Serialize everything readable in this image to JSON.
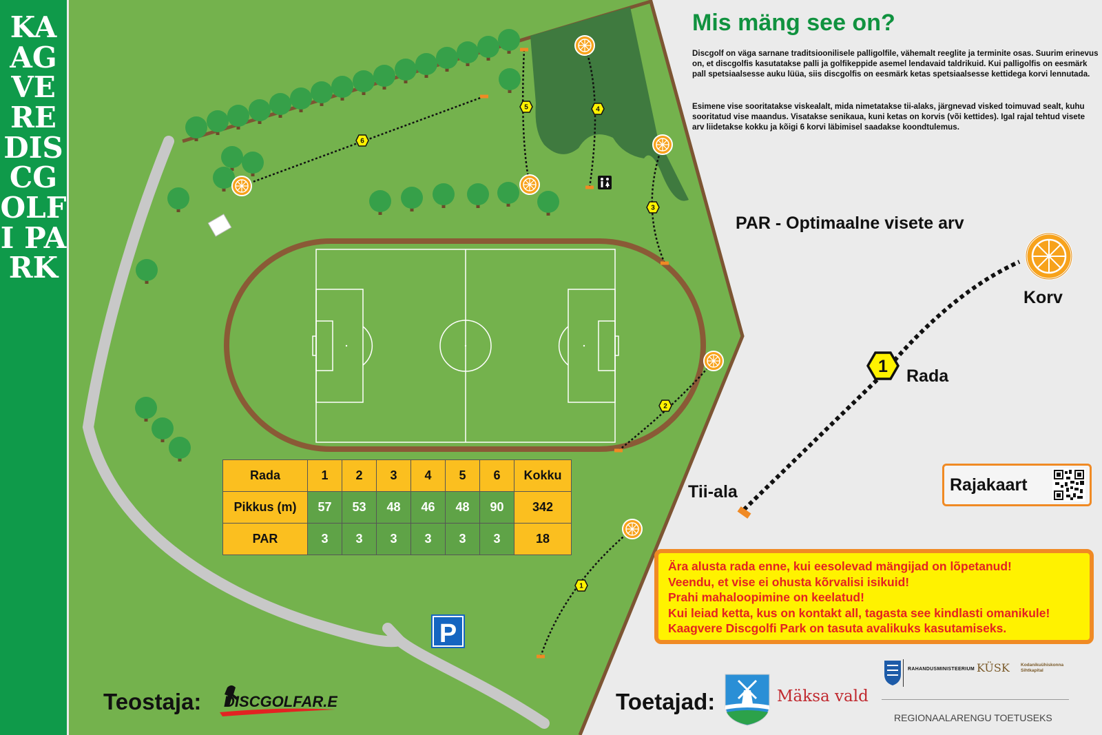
{
  "sidebar": {
    "title": "KAAGVERE DISCGOLFI PARK"
  },
  "info": {
    "title": "Mis mäng see on?",
    "paragraph1": "Discgolf on väga sarnane traditsioonilisele palligolfile, vähemalt reeglite ja terminite osas. Suurim erinevus on, et discgolfis kasutatakse palli ja golfikeppide asemel lendavaid taldrikuid. Kui palligolfis on eesmärk pall spetsiaalsesse auku lüüa, siis discgolfis on eesmärk ketas spetsiaalsesse kettidega korvi lennutada.",
    "paragraph2": "Esimene vise sooritatakse viskealalt, mida nimetatakse tii-alaks, järgnevad visked toimuvad sealt, kuhu sooritatud vise maandus. Visatakse senikaua, kuni ketas on korvis (või kettides). Igal rajal tehtud visete arv liidetakse kokku ja kõigi 6 korvi läbimisel saadakse koondtulemus."
  },
  "legend": {
    "par_title": "PAR - Optimaalne visete arv",
    "basket_label": "Korv",
    "hole_label": "Rada",
    "hole_number": "1",
    "tee_label": "Tii-ala",
    "course_map_label": "Rajakaart"
  },
  "warnings": [
    "Ära alusta rada enne, kui eesolevad mängijad on lõpetanud!",
    "Veendu, et vise ei ohusta kõrvalisi isikuid!",
    "Prahi mahaloopimine on keelatud!",
    "Kui leiad ketta, kus on kontakt all, tagasta see kindlasti omanikule!",
    "Kaagvere Discgolfi Park on tasuta avalikuks kasutamiseks."
  ],
  "score_table": {
    "header": [
      "Rada",
      "1",
      "2",
      "3",
      "4",
      "5",
      "6",
      "Kokku"
    ],
    "length_label": "Pikkus (m)",
    "lengths": [
      "57",
      "53",
      "48",
      "46",
      "48",
      "90"
    ],
    "length_total": "342",
    "par_label": "PAR",
    "pars": [
      "3",
      "3",
      "3",
      "3",
      "3",
      "3"
    ],
    "par_total": "18"
  },
  "map": {
    "hole_markers": [
      "1",
      "2",
      "3",
      "4",
      "5",
      "6"
    ],
    "parking_sign": "P"
  },
  "footer": {
    "made_by": "Teostaja:",
    "made_by_logo": "DISCGOLFAR.EE",
    "supporters": "Toetajad:",
    "municipality": "Mäksa vald",
    "ministry": "RAHANDUSMINISTEERIUM",
    "kysk": "KÜSK",
    "kysk_sub": "Kodanikuühiskonna Sihtkapital",
    "regional": "REGIONAALARENGU TOETUSEKS"
  },
  "colors": {
    "brand_green": "#0f9a4a",
    "grass": "#72b04f",
    "basket": "#f7a21b",
    "warning_text": "#e32222",
    "warning_bg": "#fff200",
    "table_header": "#fbbf1f"
  }
}
